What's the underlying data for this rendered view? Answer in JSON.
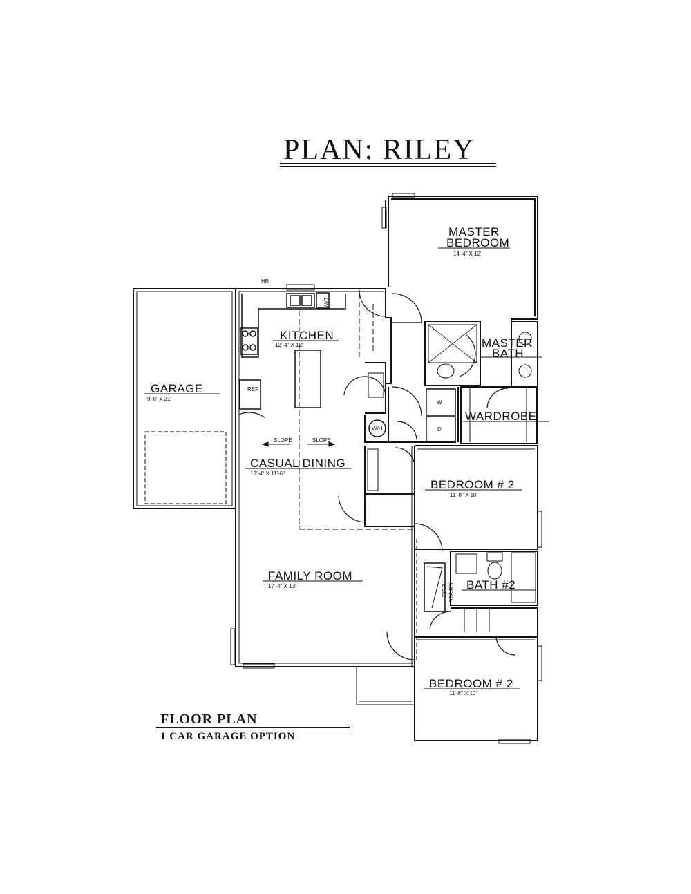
{
  "title": "PLAN:  RILEY",
  "footer": {
    "title": "FLOOR  PLAN",
    "subtitle": "1  CAR  GARAGE  OPTION"
  },
  "rooms": {
    "master_bedroom": {
      "name_line1": "MASTER",
      "name_line2": "BEDROOM",
      "dim": "14'-4\" X 12'"
    },
    "master_bath": {
      "name_line1": "MASTER",
      "name_line2": "BATH"
    },
    "kitchen": {
      "name": "KITCHEN",
      "dim": "12'-4\" X 12'"
    },
    "garage": {
      "name": "GARAGE",
      "dim": "9'-8\" x 21'"
    },
    "casual_dining": {
      "name": "CASUAL  DINING",
      "dim": "12'-4\" X 11'-6\""
    },
    "wardrobe": {
      "name": "WARDROBE"
    },
    "bedroom_upper": {
      "name": "BEDROOM  # 2",
      "dim": "11'-8\" X 10'"
    },
    "family_room": {
      "name": "FAMILY  ROOM",
      "dim": "17'-4\" X 13'"
    },
    "bath2": {
      "name": "BATH  #2"
    },
    "bedroom_lower": {
      "name": "BEDROOM  # 2",
      "dim": "11'-8\" X 10'"
    }
  },
  "fixtures": {
    "ref": "REF",
    "dw": "DW",
    "wh": "W/H",
    "washer": "W",
    "dryer": "D",
    "slope": "SLOPE",
    "stairs_line1": "DISP",
    "stairs_line2": "STAIRS",
    "hb": "HB"
  }
}
